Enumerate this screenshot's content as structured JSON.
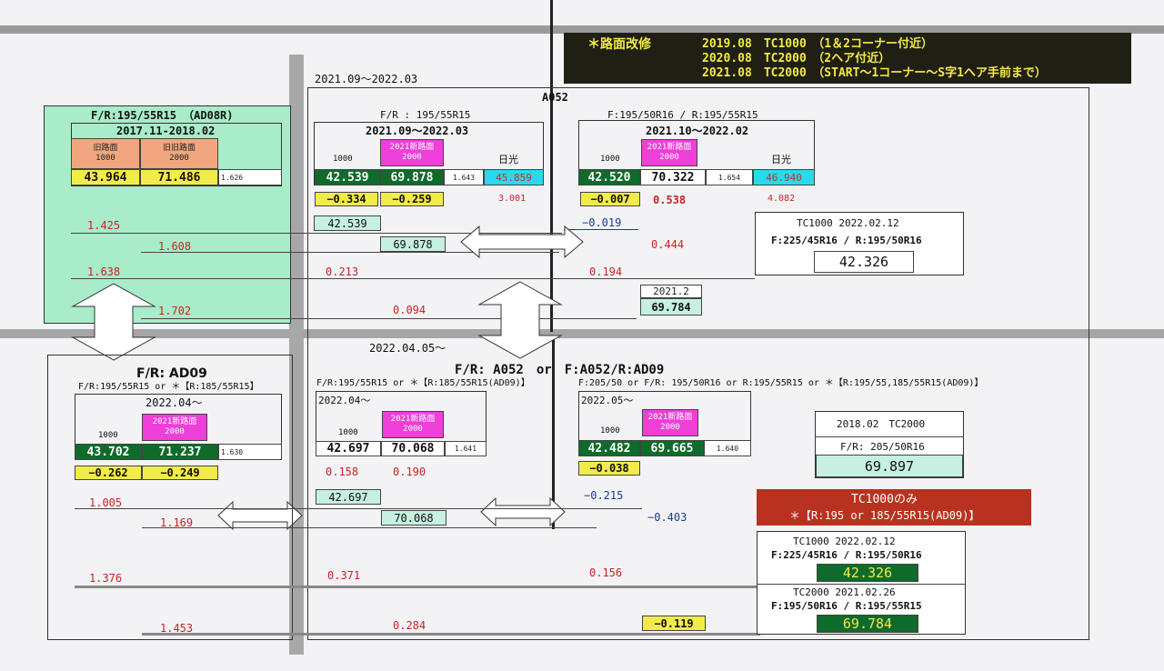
{
  "notice": {
    "title": "＊路面改修",
    "lines": [
      {
        "date": "2019.08",
        "course": "TC1000",
        "note": "（1＆2コーナー付近）"
      },
      {
        "date": "2020.08",
        "course": "TC2000",
        "note": "（2ヘア付近）"
      },
      {
        "date": "2021.08",
        "course": "TC2000",
        "note": "（START〜1コーナー〜S字1ヘア手前まで）"
      }
    ]
  },
  "top_left": {
    "tires": "F/R:195/55R15 （AD08R)",
    "period": "2017.11-2018.02",
    "h1": [
      "旧路面",
      "1000"
    ],
    "h2": [
      "旧旧路面",
      "2000"
    ],
    "v1": "43.964",
    "v2": "71.486",
    "ratio": "1.626",
    "d1": "1.425",
    "d2": "1.608",
    "d3": "1.638",
    "d4": "1.702"
  },
  "top_mid": {
    "range": "2021.09〜2022.03",
    "tires": "F/R : 195/55R15",
    "period": "2021.09〜2022.03",
    "label1000": "1000",
    "pink": [
      "2021新路面",
      "2000"
    ],
    "nikko": "日光",
    "v1": "42.539",
    "v2": "69.878",
    "ratio": "1.643",
    "v3": "45.859",
    "diff1": "−0.334",
    "diff2": "−0.259",
    "diff3": "3.001",
    "copy1": "42.539",
    "copy2": "69.878",
    "d1": "0.213",
    "d2": "0.094"
  },
  "a052": "A052",
  "top_right": {
    "tires": "F:195/50R16 / R:195/55R15",
    "period": "2021.10〜2022.02",
    "label1000": "1000",
    "pink": [
      "2021新路面",
      "2000"
    ],
    "nikko": "日光",
    "v1": "42.520",
    "v2": "70.322",
    "ratio": "1.654",
    "v3": "46.940",
    "diff1": "−0.007",
    "diff2": "0.538",
    "diff3": "4.082",
    "b1": "−0.019",
    "r1": "0.444",
    "r2": "0.194",
    "yr": "2021.2",
    "yv": "69.784"
  },
  "tc1000_a": {
    "title": "TC1000 2022.02.12",
    "tires": "F:225/45R16 / R:195/50R16",
    "value": "42.326"
  },
  "bottom_left": {
    "title": "F/R: AD09",
    "tires": "F/R:195/55R15 or ＊【R:185/55R15】",
    "period": "2022.04〜",
    "label1000": "1000",
    "pink": [
      "2021新路面",
      "2000"
    ],
    "v1": "43.702",
    "v2": "71.237",
    "ratio": "1.630",
    "diff1": "−0.262",
    "diff2": "−0.249",
    "d1": "1.005",
    "d2": "1.169",
    "d3": "1.376",
    "d4": "1.453"
  },
  "bottom_hdr": {
    "date": "2022.04.05〜",
    "title": "F/R: A052　or　F:A052/R:AD09"
  },
  "bottom_mid": {
    "tires": "F/R:195/55R15 or ＊【R:185/55R15(AD09)】",
    "period": "2022.04〜",
    "label1000": "1000",
    "pink": [
      "2021新路面",
      "2000"
    ],
    "v1": "42.697",
    "v2": "70.068",
    "ratio": "1.641",
    "diff1": "0.158",
    "diff2": "0.190",
    "copy1": "42.697",
    "copy2": "70.068",
    "d1": "0.371",
    "d2": "0.284"
  },
  "bottom_right": {
    "tires": "F:205/50 or F/R: 195/50R16 or R:195/55R15 or ＊【R:195/55,185/55R15(AD09)】",
    "period": "2022.05〜",
    "label1000": "1000",
    "pink": [
      "2021新路面",
      "2000"
    ],
    "v1": "42.482",
    "v2": "69.665",
    "ratio": "1.640",
    "diff1": "−0.038",
    "b1": "−0.215",
    "b2": "−0.403",
    "r1": "0.156",
    "y1": "−0.119"
  },
  "tc2000_2018": {
    "title": "2018.02　TC2000",
    "tires": "F/R: 205/50R16",
    "value": "69.897"
  },
  "tc1000_only": {
    "line1": "TC1000のみ",
    "line2": "＊【R:195 or 185/55R15(AD09)】"
  },
  "tc1000_b": {
    "title": "TC1000 2022.02.12",
    "tires": "F:225/45R16 / R:195/50R16",
    "value": "42.326"
  },
  "tc2000_b": {
    "title": "TC2000 2021.02.26",
    "tires": "F:195/50R16 / R:195/55R15",
    "value": "69.784"
  },
  "colors": {
    "green": "#0f6b2b",
    "cyan": "#29d9ee",
    "yellow": "#f2ec4a",
    "pink": "#ee3fd8",
    "mint": "#a8ecc9",
    "red_box": "#b8321f"
  }
}
